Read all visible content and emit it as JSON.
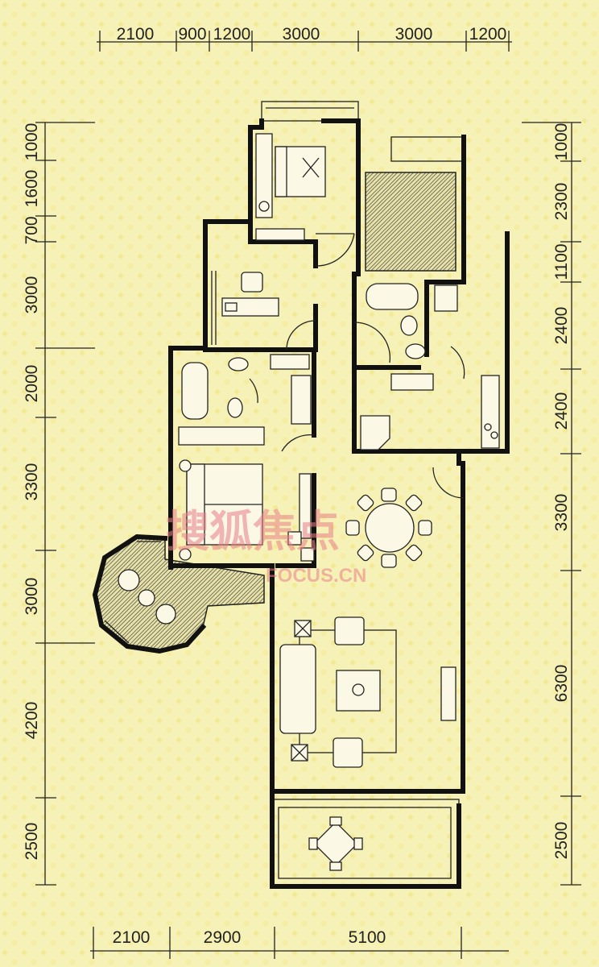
{
  "dimensions": {
    "top": [
      "2100",
      "900",
      "1200",
      "3000",
      "3000",
      "1200"
    ],
    "left": [
      "1000",
      "1600",
      "700",
      "3000",
      "2000",
      "3300",
      "3000",
      "4200",
      "2500"
    ],
    "right": [
      "1000",
      "2300",
      "1100",
      "2400",
      "2400",
      "3300",
      "6300",
      "2500"
    ],
    "bottom": [
      "2100",
      "2900",
      "5100"
    ]
  },
  "watermark": {
    "brand": "搜狐焦点",
    "domain": "FOCUS.CN"
  },
  "colors": {
    "background": "#f6f1b6",
    "wall": "#111111",
    "hatch": "#555555",
    "watermark": "#e8808a"
  }
}
